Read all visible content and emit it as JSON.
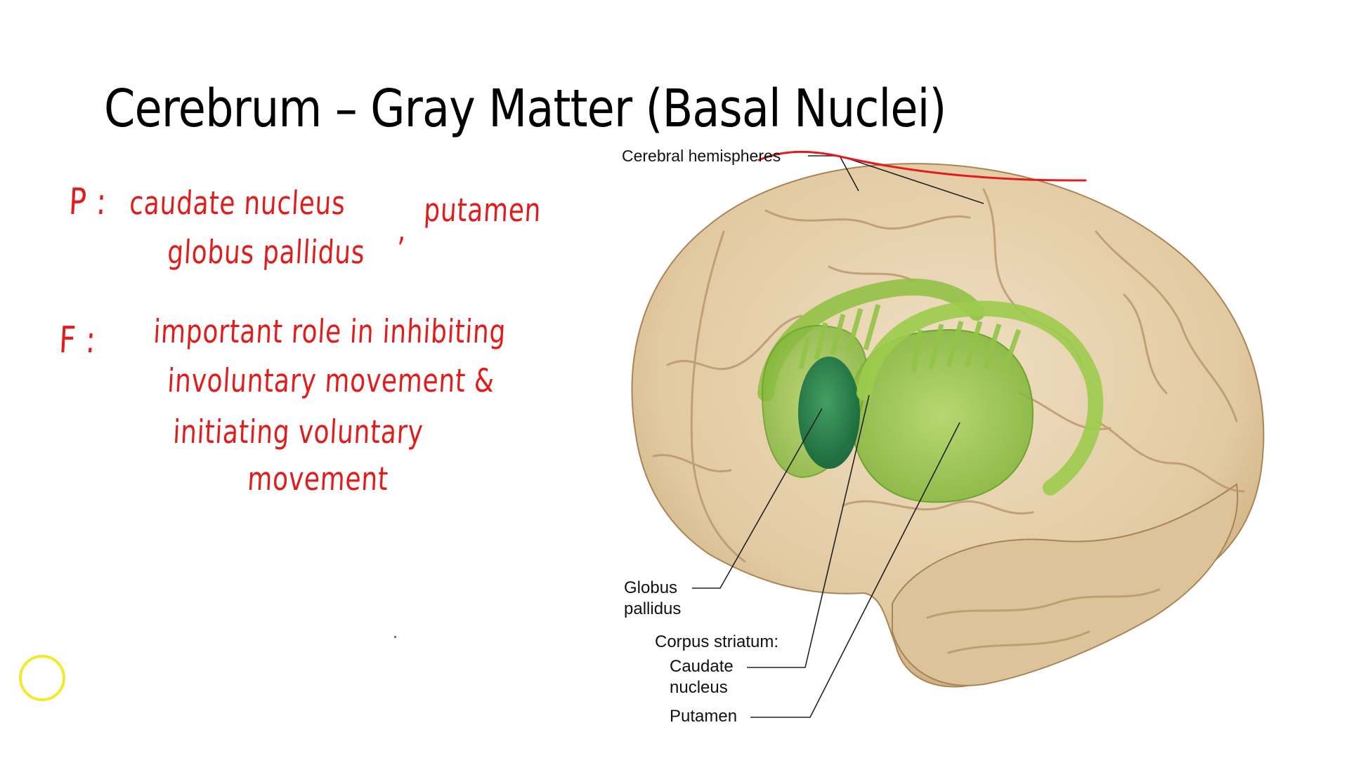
{
  "slide": {
    "title": "Cerebrum – Gray Matter (Basal Nuclei)"
  },
  "notes": {
    "parts_label": "P :",
    "parts_line1": "caudate nucleus",
    "parts_comma": ",",
    "parts_line1b": "putamen",
    "parts_line2": "globus pallidus",
    "function_label": "F :",
    "function_line1": "important role in inhibiting",
    "function_line2": "involuntary movement &",
    "function_line3": "initiating voluntary",
    "function_line4": "movement"
  },
  "figure": {
    "labels": {
      "cerebral_hemispheres": "Cerebral hemispheres",
      "globus": "Globus",
      "pallidus": "pallidus",
      "corpus_striatum": "Corpus striatum:",
      "caudate": "Caudate",
      "nucleus": "nucleus",
      "putamen": "Putamen"
    },
    "colors": {
      "brain": "#e7d3b2",
      "brain_shadow": "#b99a6e",
      "basal_green": "#86bd3a",
      "globus_green": "#1f7a45"
    }
  },
  "annotation": {
    "ink_color": "#e41b1b",
    "cursor_color": "#f4e92a"
  }
}
